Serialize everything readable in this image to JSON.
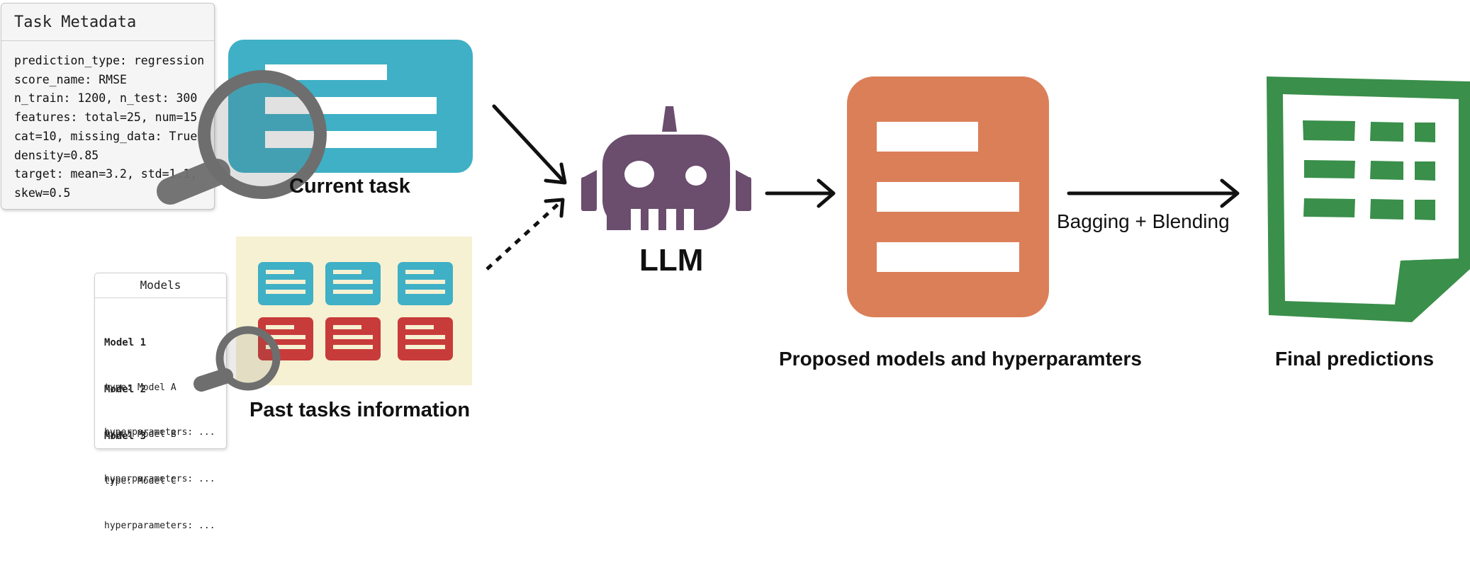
{
  "task_metadata": {
    "title": "Task Metadata",
    "lines": [
      "prediction_type: regression",
      "score_name: RMSE",
      "n_train: 1200, n_test: 300",
      "features: total=25, num=15,",
      "cat=10, missing_data: True",
      "density=0.85",
      "target: mean=3.2, std=1.1,",
      "skew=0.5"
    ]
  },
  "models_panel": {
    "title": "Models",
    "items": [
      {
        "name": "Model 1",
        "type": "type: Model A",
        "hyper": "hyperparameters: ..."
      },
      {
        "name": "Model 2",
        "type": "type: Model B",
        "hyper": "hyperparameters: ..."
      },
      {
        "name": "Model 3",
        "type": "type: Model C",
        "hyper": "hyperparameters: ..."
      }
    ]
  },
  "labels": {
    "current_task": "Current task",
    "past_tasks": "Past tasks information",
    "llm": "LLM",
    "proposed": "Proposed models and hyperparamters",
    "bagging": "Bagging + Blending",
    "final": "Final predictions"
  },
  "colors": {
    "teal": "#3fb0c6",
    "purple": "#6b4d6e",
    "orange": "#db7f58",
    "green": "#3a8f4a",
    "red": "#c83b3b",
    "cream": "#f6f1d2",
    "magnifier": "#6e6e6e"
  },
  "icons": [
    "magnifier-icon",
    "robot-icon",
    "document-icon",
    "spreadsheet-icon"
  ]
}
